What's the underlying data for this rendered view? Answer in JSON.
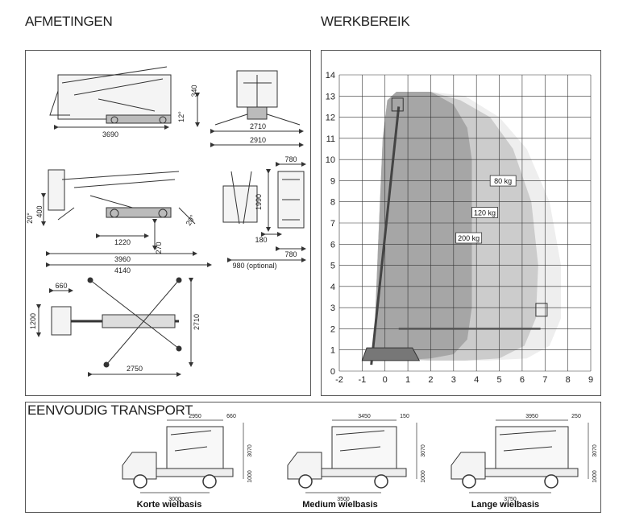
{
  "headings": {
    "dimensions": "AFMETINGEN",
    "work_range": "WERKBEREIK",
    "transport": "EENVOUDIG TRANSPORT"
  },
  "dimensions": {
    "side_top": {
      "length": "3690"
    },
    "front_top": {
      "height": "340",
      "angle": "12°",
      "width1": "2710",
      "width2": "2910"
    },
    "side_mid": {
      "a400": "400",
      "ang1": "20°",
      "ang2": "20°",
      "w1220": "1220",
      "h270": "270",
      "w3960": "3960",
      "w4140": "4140"
    },
    "front_mid": {
      "w780top": "780",
      "h1990": "1990",
      "w180": "180",
      "w780bot": "780",
      "optional": "980 (optional)"
    },
    "top_view": {
      "w660": "660",
      "h1200": "1200",
      "h2710": "2710",
      "w2750": "2750"
    }
  },
  "chart_data": {
    "type": "area",
    "x_ticks": [
      "-2",
      "-1",
      "0",
      "1",
      "2",
      "3",
      "4",
      "5",
      "6",
      "7",
      "8",
      "9"
    ],
    "y_ticks": [
      "0",
      "1",
      "2",
      "3",
      "4",
      "5",
      "6",
      "7",
      "8",
      "9",
      "10",
      "11",
      "12",
      "13",
      "14"
    ],
    "xlim": [
      -2,
      9
    ],
    "ylim": [
      0,
      14
    ],
    "grid": true,
    "series": [
      {
        "name": "80 kg",
        "color": "#eeeeee",
        "outline": [
          [
            -0.5,
            0.6
          ],
          [
            -0.3,
            6
          ],
          [
            -0.1,
            11
          ],
          [
            0.1,
            12.8
          ],
          [
            0.5,
            13.2
          ],
          [
            2,
            13.2
          ],
          [
            3.5,
            13
          ],
          [
            5,
            12
          ],
          [
            6.2,
            10.5
          ],
          [
            7.2,
            8
          ],
          [
            7.7,
            5
          ],
          [
            7.7,
            2.5
          ],
          [
            7.2,
            1.2
          ],
          [
            6.2,
            0.6
          ],
          [
            4.5,
            0.5
          ],
          [
            2,
            0.5
          ]
        ]
      },
      {
        "name": "120 kg",
        "color": "#cccccc",
        "outline": [
          [
            -0.5,
            0.6
          ],
          [
            -0.3,
            6
          ],
          [
            -0.1,
            11
          ],
          [
            0.1,
            12.8
          ],
          [
            0.5,
            13.2
          ],
          [
            2,
            13.2
          ],
          [
            3.3,
            12.8
          ],
          [
            4.6,
            12
          ],
          [
            5.6,
            10.5
          ],
          [
            6.4,
            8
          ],
          [
            6.7,
            5
          ],
          [
            6.6,
            2.5
          ],
          [
            6.1,
            1.2
          ],
          [
            5,
            0.6
          ],
          [
            3.5,
            0.5
          ],
          [
            2,
            0.5
          ]
        ]
      },
      {
        "name": "200 kg",
        "color": "#a6a6a6",
        "outline": [
          [
            -0.5,
            0.6
          ],
          [
            -0.3,
            6
          ],
          [
            -0.1,
            11
          ],
          [
            0.1,
            12.8
          ],
          [
            0.5,
            13.2
          ],
          [
            2,
            13.2
          ],
          [
            3,
            12.6
          ],
          [
            3.6,
            11.5
          ],
          [
            3.8,
            10
          ],
          [
            3.8,
            3
          ],
          [
            3.6,
            1.5
          ],
          [
            3,
            0.8
          ],
          [
            2,
            0.6
          ],
          [
            0.5,
            0.5
          ]
        ]
      }
    ]
  },
  "transport": {
    "trucks": [
      {
        "label": "Korte wielbasis",
        "w_top": "2950",
        "w_over": "660",
        "h_total": "3070",
        "h_deck": "1000",
        "wheelbase": "3000"
      },
      {
        "label": "Medium wielbasis",
        "w_top": "3450",
        "w_over": "150",
        "h_total": "3070",
        "h_deck": "1000",
        "wheelbase": "3500"
      },
      {
        "label": "Lange wielbasis",
        "w_top": "3950",
        "w_over": "250",
        "h_total": "3070",
        "h_deck": "1000",
        "wheelbase": "3750"
      }
    ]
  }
}
